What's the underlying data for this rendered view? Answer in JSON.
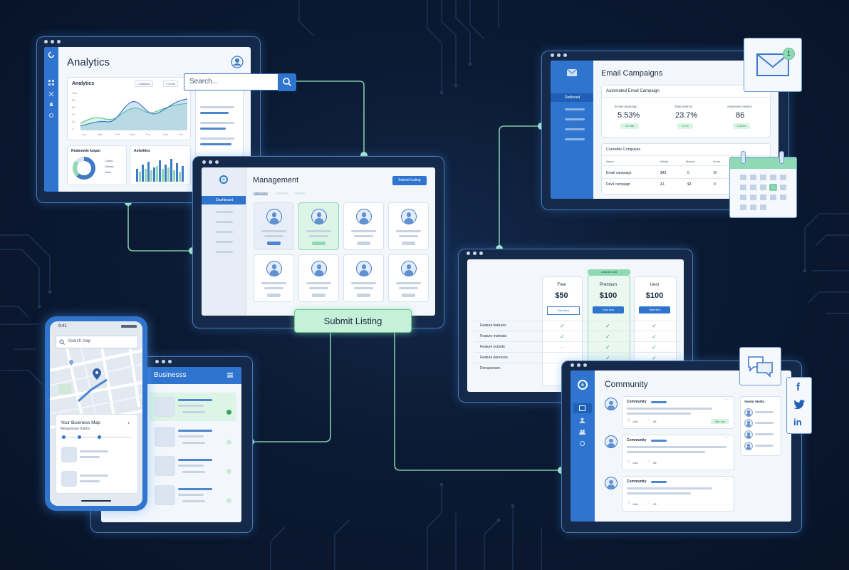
{
  "analytics": {
    "title": "Analytics",
    "chart_title": "Analytics",
    "filter1": "• Analytics",
    "filter2": "• Hours",
    "y_ticks": [
      "100",
      "80",
      "60",
      "40",
      "20",
      "0"
    ],
    "x_ticks": [
      "Jun",
      "Mar",
      "Feb",
      "Mar",
      "Fry",
      "Dec",
      "Fer"
    ],
    "ring_card_title": "Rnalenwie koqan",
    "legend": [
      "Clyars",
      "Dehlas",
      "Tsels"
    ],
    "bars_card_title": "Aotetiites"
  },
  "search": {
    "placeholder": "Search..."
  },
  "management": {
    "title": "Management",
    "submit_label": "Submit Listing",
    "tab": "Dashboard",
    "sidebar_item": "Dashboard"
  },
  "submit_listing": {
    "label": "Submit Listing"
  },
  "email": {
    "title": "Email Campaigns",
    "sidebar_item": "Dedlosed",
    "section_title": "Automated Email Campaign",
    "metrics": [
      {
        "label": "Email cansosgn",
        "value": "5.53%",
        "badge": "20 9ds"
      },
      {
        "label": "Total metrics",
        "value": "23.7%",
        "badge": "3 7/d"
      },
      {
        "label": "Automste metrics",
        "value": "86",
        "badge": "1 8/d%"
      }
    ],
    "table_title": "Contatite Compaias",
    "table_headers": [
      "Name",
      "Mertip",
      "Mescts",
      "Aucts"
    ],
    "table_rows": [
      [
        "Email campaign",
        "$43",
        "0",
        "8/"
      ],
      [
        "Devil campaign",
        "A1",
        "$3",
        "0"
      ]
    ],
    "notif_count": "1"
  },
  "pricing": {
    "badge": "Ardedst ded",
    "plans": [
      {
        "name": "Free",
        "price": "$50",
        "button": "Dest flow"
      },
      {
        "name": "Premium",
        "price": "$100",
        "button": "Dest flow"
      },
      {
        "name": "Uem",
        "price": "$100",
        "button": "Start lfee"
      }
    ],
    "features": [
      "Feature features",
      "Feature mstioats",
      "Feature octonts",
      "Feature pereosss",
      "Donasenaon"
    ]
  },
  "mobile": {
    "time": "9:41",
    "search_placeholder": "Search map",
    "card_title": "Your Business Map",
    "card_subtitle": "Responsive fodors"
  },
  "business": {
    "title": "Businesss"
  },
  "community": {
    "title": "Community",
    "post_title": "Community",
    "posts": [
      {
        "like": "Ulks",
        "comment": "98",
        "badge": "98e evo"
      },
      {
        "like": "Clke",
        "comment": "58"
      },
      {
        "like": "Ulke",
        "comment": "98"
      }
    ],
    "side_title": "Seulur Medla"
  },
  "colors": {
    "accent": "#2f74cf",
    "background": "#0b1a33",
    "wire": "#8fd9b4",
    "success": "#37a463"
  }
}
